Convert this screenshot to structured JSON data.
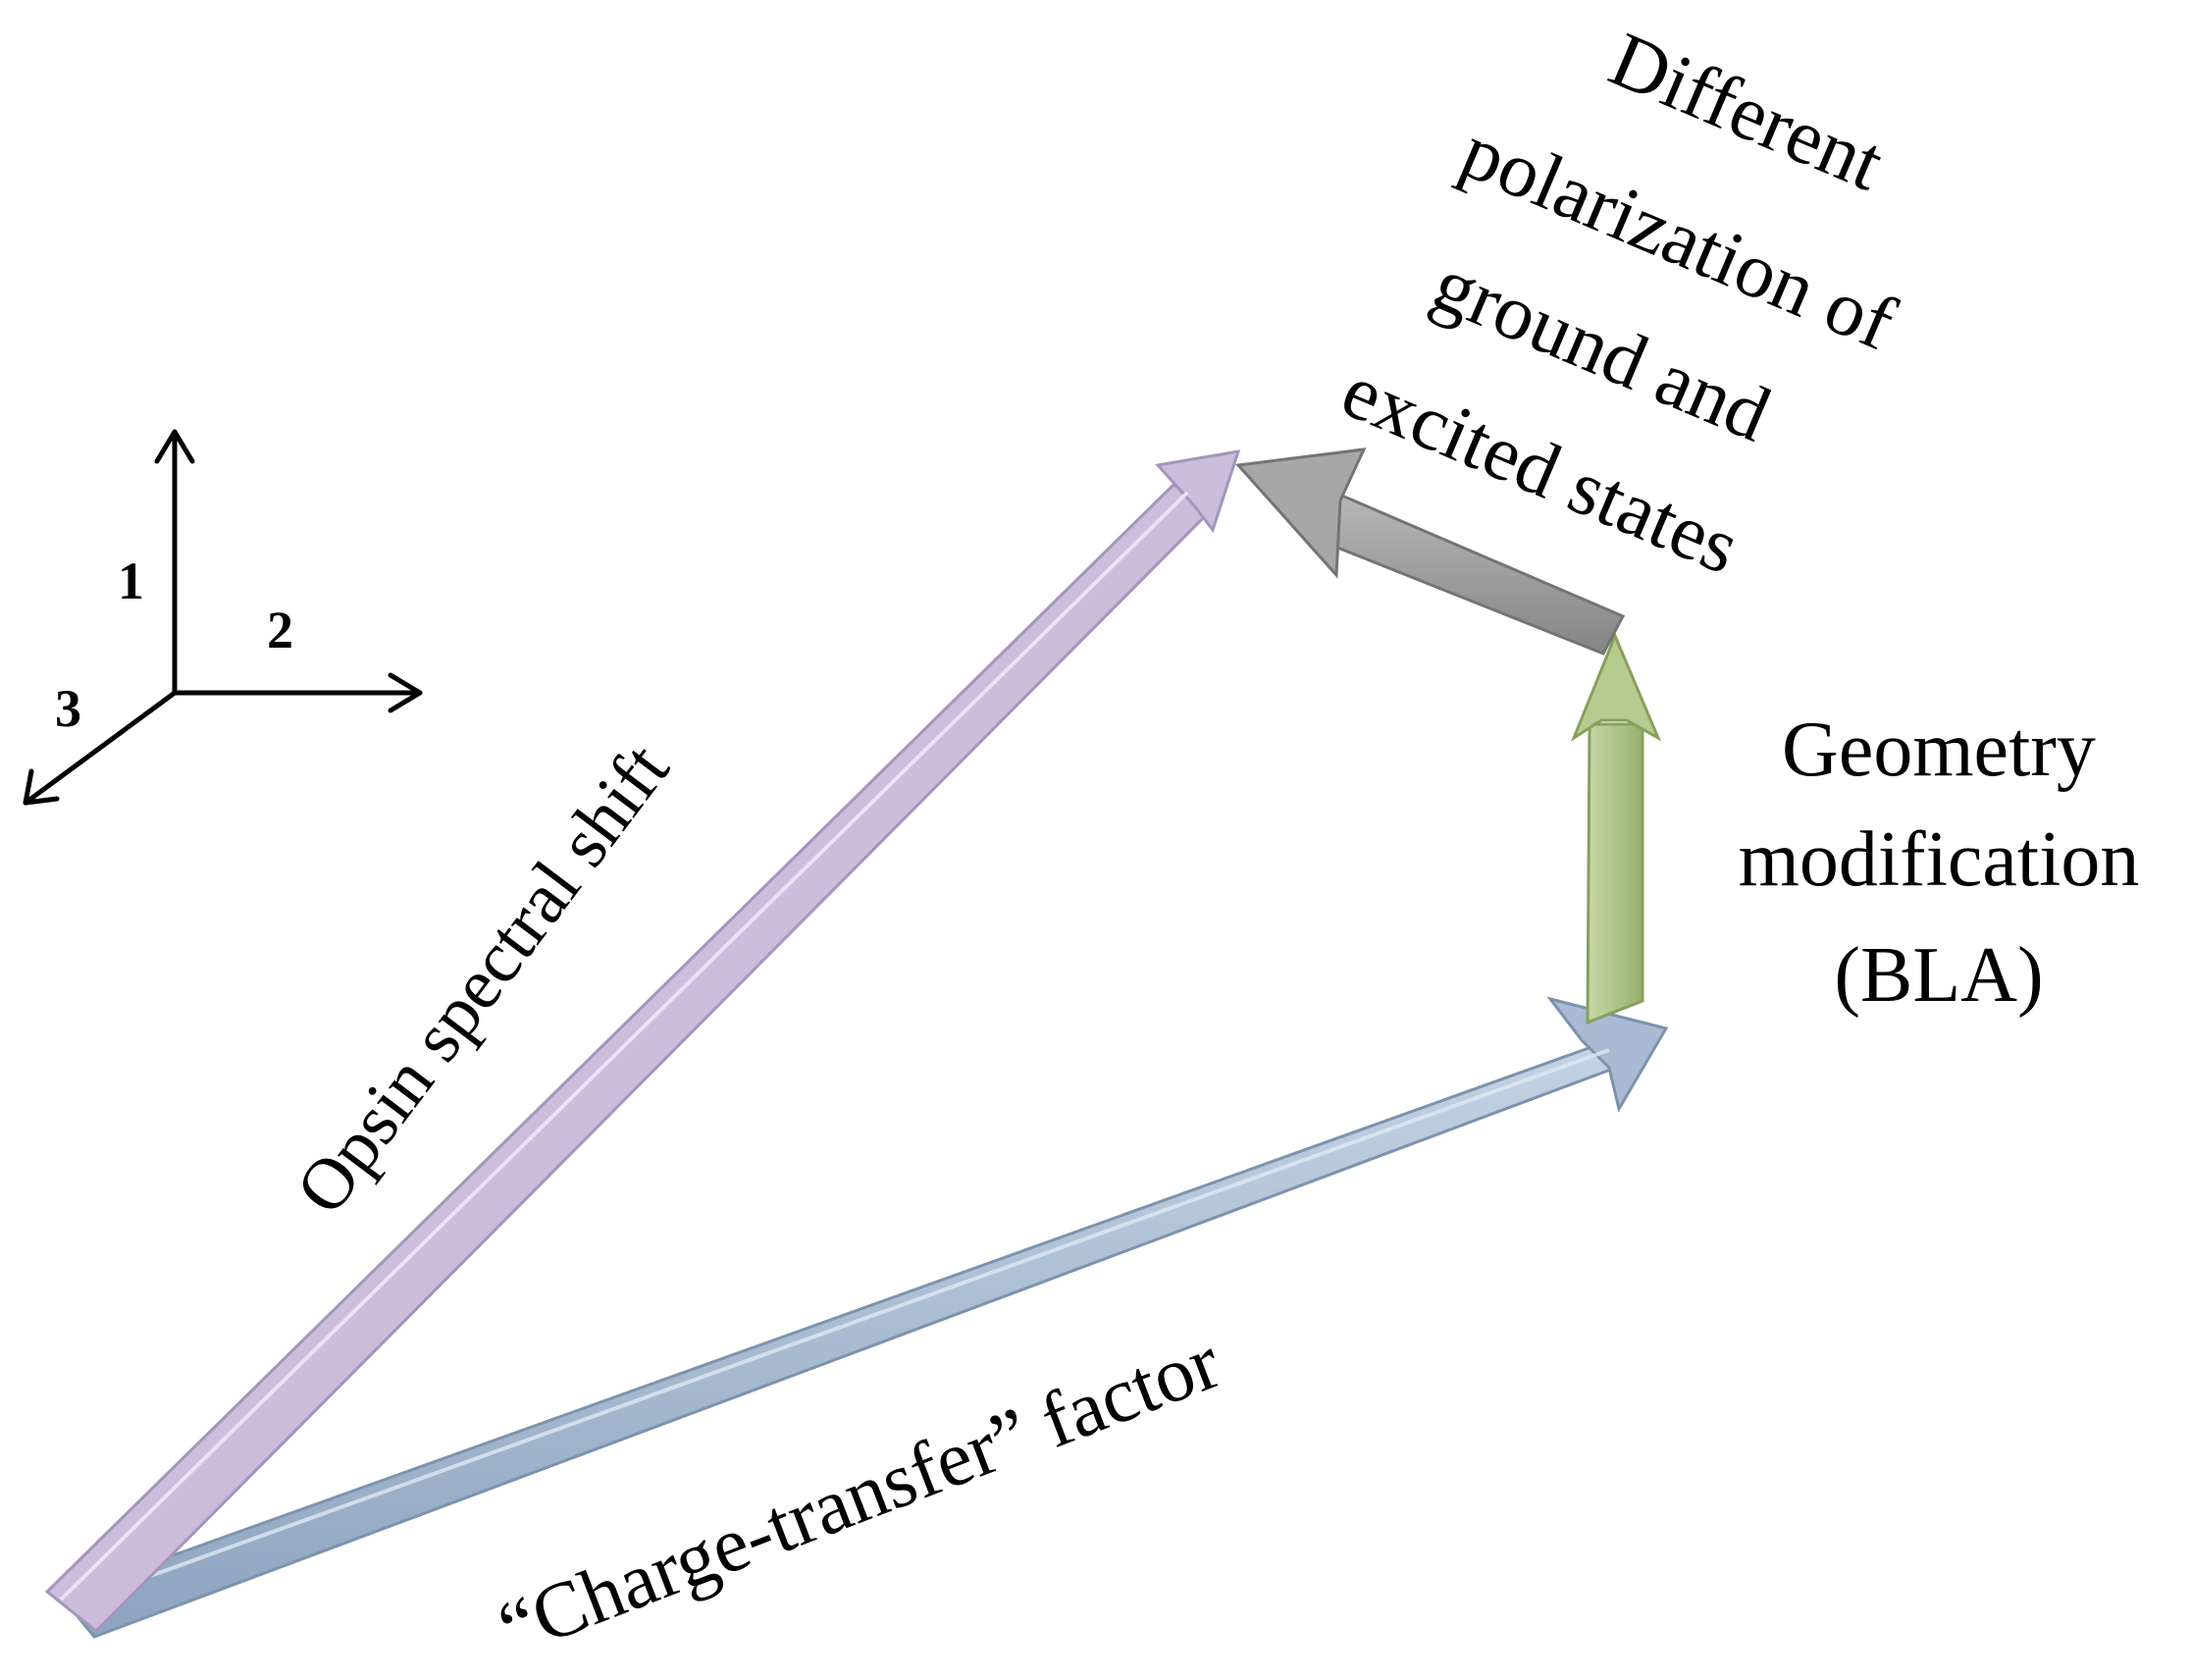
{
  "axes": {
    "labels": [
      "1",
      "2",
      "3"
    ],
    "color": "#000000"
  },
  "vectors": {
    "opsin": {
      "label": "Opsin spectral shift",
      "color": "#c7b8d6",
      "edge": "#9f8fb3"
    },
    "charge": {
      "label": "“Charge-transfer” factor",
      "color": "#9fb4cc",
      "edge": "#7389a3"
    },
    "geometry": {
      "label_lines": [
        "Geometry",
        "modification",
        "(BLA)"
      ],
      "color": "#aabf84",
      "edge": "#7f9658"
    },
    "polarization": {
      "label_lines": [
        "Different",
        "polarization of",
        "ground and",
        "excited states"
      ],
      "color": "#9a9a9a",
      "edge": "#6e6e6e"
    }
  }
}
